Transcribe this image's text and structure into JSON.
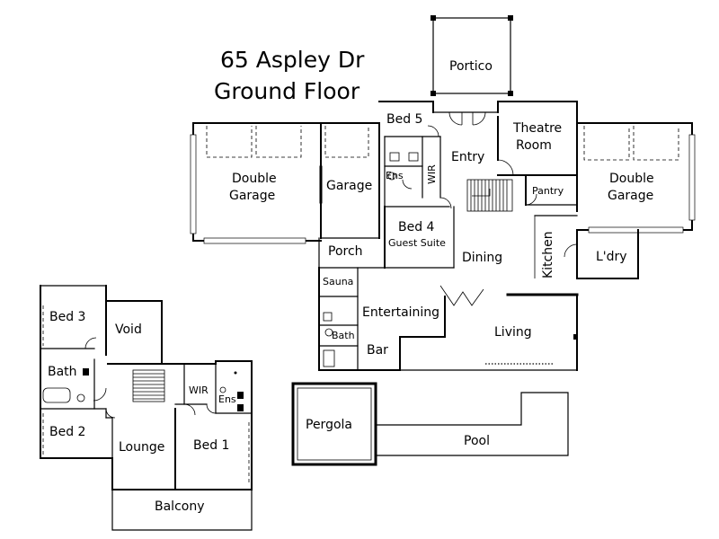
{
  "title": {
    "line1": "65 Aspley Dr",
    "line2": "Ground Floor"
  },
  "rooms": {
    "portico": "Portico",
    "bed5": "Bed 5",
    "entry": "Entry",
    "theatre_line1": "Theatre",
    "theatre_line2": "Room",
    "wir_ground": "WIR",
    "ens_ground": "Ens",
    "pantry": "Pantry",
    "double_garage_left_line1": "Double",
    "double_garage_left_line2": "Garage",
    "garage": "Garage",
    "double_garage_right_line1": "Double",
    "double_garage_right_line2": "Garage",
    "bed4": "Bed 4",
    "guest_suite": "Guest Suite",
    "porch": "Porch",
    "dining": "Dining",
    "kitchen": "Kitchen",
    "laundry": "L'dry",
    "sauna": "Sauna",
    "entertaining": "Entertaining",
    "bath_ground": "Bath",
    "bar": "Bar",
    "living": "Living",
    "pergola": "Pergola",
    "pool": "Pool",
    "bed3": "Bed 3",
    "void": "Void",
    "bath_upper": "Bath",
    "wir_upper": "WIR",
    "ens_upper": "Ens",
    "bed2": "Bed 2",
    "lounge": "Lounge",
    "bed1": "Bed 1",
    "balcony": "Balcony"
  }
}
